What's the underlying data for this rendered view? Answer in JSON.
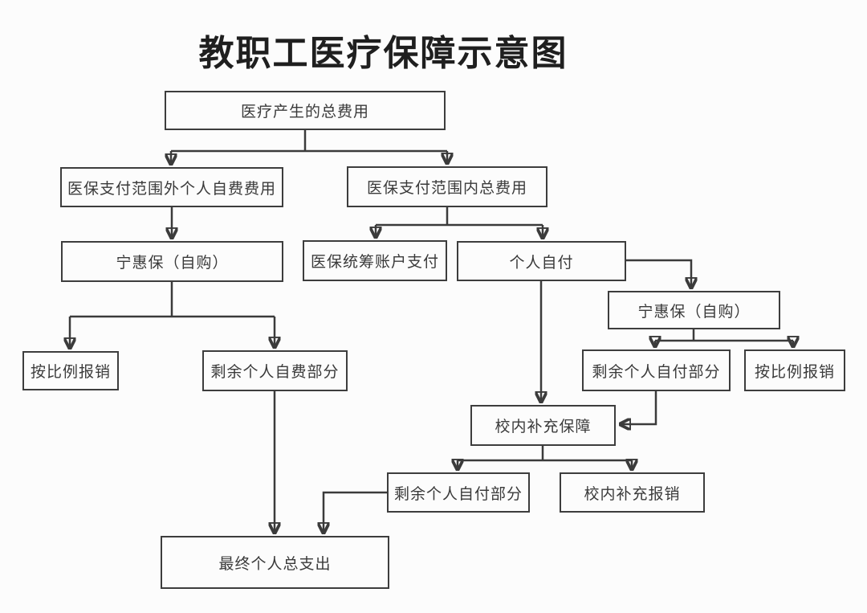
{
  "title": "教职工医疗保障示意图",
  "colors": {
    "line": "#3b3b3b",
    "box_border": "#3d3d3d",
    "text": "#3a3a3a",
    "background": "#fcfcfc"
  },
  "nodes": {
    "total_fee": {
      "label": "医疗产生的总费用"
    },
    "out_of_scope_self_fee": {
      "label": "医保支付范围外个人自费费用"
    },
    "in_scope_total": {
      "label": "医保支付范围内总费用"
    },
    "ninghuibao_left": {
      "label": "宁惠保（自购）"
    },
    "pooled_account_pay": {
      "label": "医保统筹账户支付"
    },
    "personal_self_pay": {
      "label": "个人自付"
    },
    "ninghuibao_right": {
      "label": "宁惠保（自购）"
    },
    "ratio_reimburse_left": {
      "label": "按比例报销"
    },
    "remaining_self_fee": {
      "label": "剩余个人自费部分"
    },
    "remaining_self_pay_right": {
      "label": "剩余个人自付部分"
    },
    "ratio_reimburse_right": {
      "label": "按比例报销"
    },
    "school_supplement": {
      "label": "校内补充保障"
    },
    "remaining_self_pay_mid": {
      "label": "剩余个人自付部分"
    },
    "school_reimburse": {
      "label": "校内补充报销"
    },
    "final_total": {
      "label": "最终个人总支出"
    }
  },
  "edges": [
    {
      "from": "total_fee",
      "to": "out_of_scope_self_fee"
    },
    {
      "from": "total_fee",
      "to": "in_scope_total"
    },
    {
      "from": "out_of_scope_self_fee",
      "to": "ninghuibao_left"
    },
    {
      "from": "in_scope_total",
      "to": "pooled_account_pay"
    },
    {
      "from": "in_scope_total",
      "to": "personal_self_pay"
    },
    {
      "from": "ninghuibao_left",
      "to": "ratio_reimburse_left"
    },
    {
      "from": "ninghuibao_left",
      "to": "remaining_self_fee"
    },
    {
      "from": "personal_self_pay",
      "to": "ninghuibao_right"
    },
    {
      "from": "personal_self_pay",
      "to": "school_supplement"
    },
    {
      "from": "ninghuibao_right",
      "to": "remaining_self_pay_right"
    },
    {
      "from": "ninghuibao_right",
      "to": "ratio_reimburse_right"
    },
    {
      "from": "remaining_self_pay_right",
      "to": "school_supplement"
    },
    {
      "from": "school_supplement",
      "to": "remaining_self_pay_mid"
    },
    {
      "from": "school_supplement",
      "to": "school_reimburse"
    },
    {
      "from": "remaining_self_fee",
      "to": "final_total"
    },
    {
      "from": "remaining_self_pay_mid",
      "to": "final_total"
    }
  ]
}
